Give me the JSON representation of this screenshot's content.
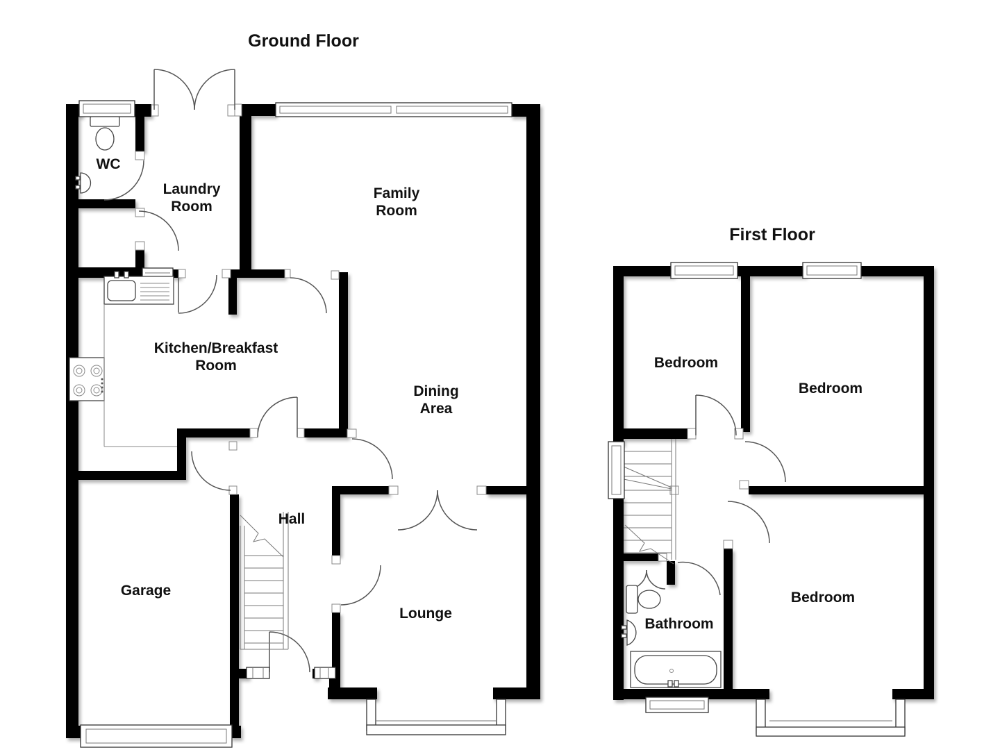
{
  "ground_floor": {
    "title": "Ground Floor",
    "rooms": {
      "wc": "WC",
      "laundry": [
        "Laundry",
        "Room"
      ],
      "family": [
        "Family",
        "Room"
      ],
      "kitchen": [
        "Kitchen/Breakfast",
        "Room"
      ],
      "dining": [
        "Dining",
        "Area"
      ],
      "hall": "Hall",
      "garage": "Garage",
      "lounge": "Lounge"
    }
  },
  "first_floor": {
    "title": "First Floor",
    "rooms": {
      "bedroom_left": "Bedroom",
      "bedroom_right": "Bedroom",
      "bedroom_back": "Bedroom",
      "bathroom": "Bathroom"
    }
  }
}
